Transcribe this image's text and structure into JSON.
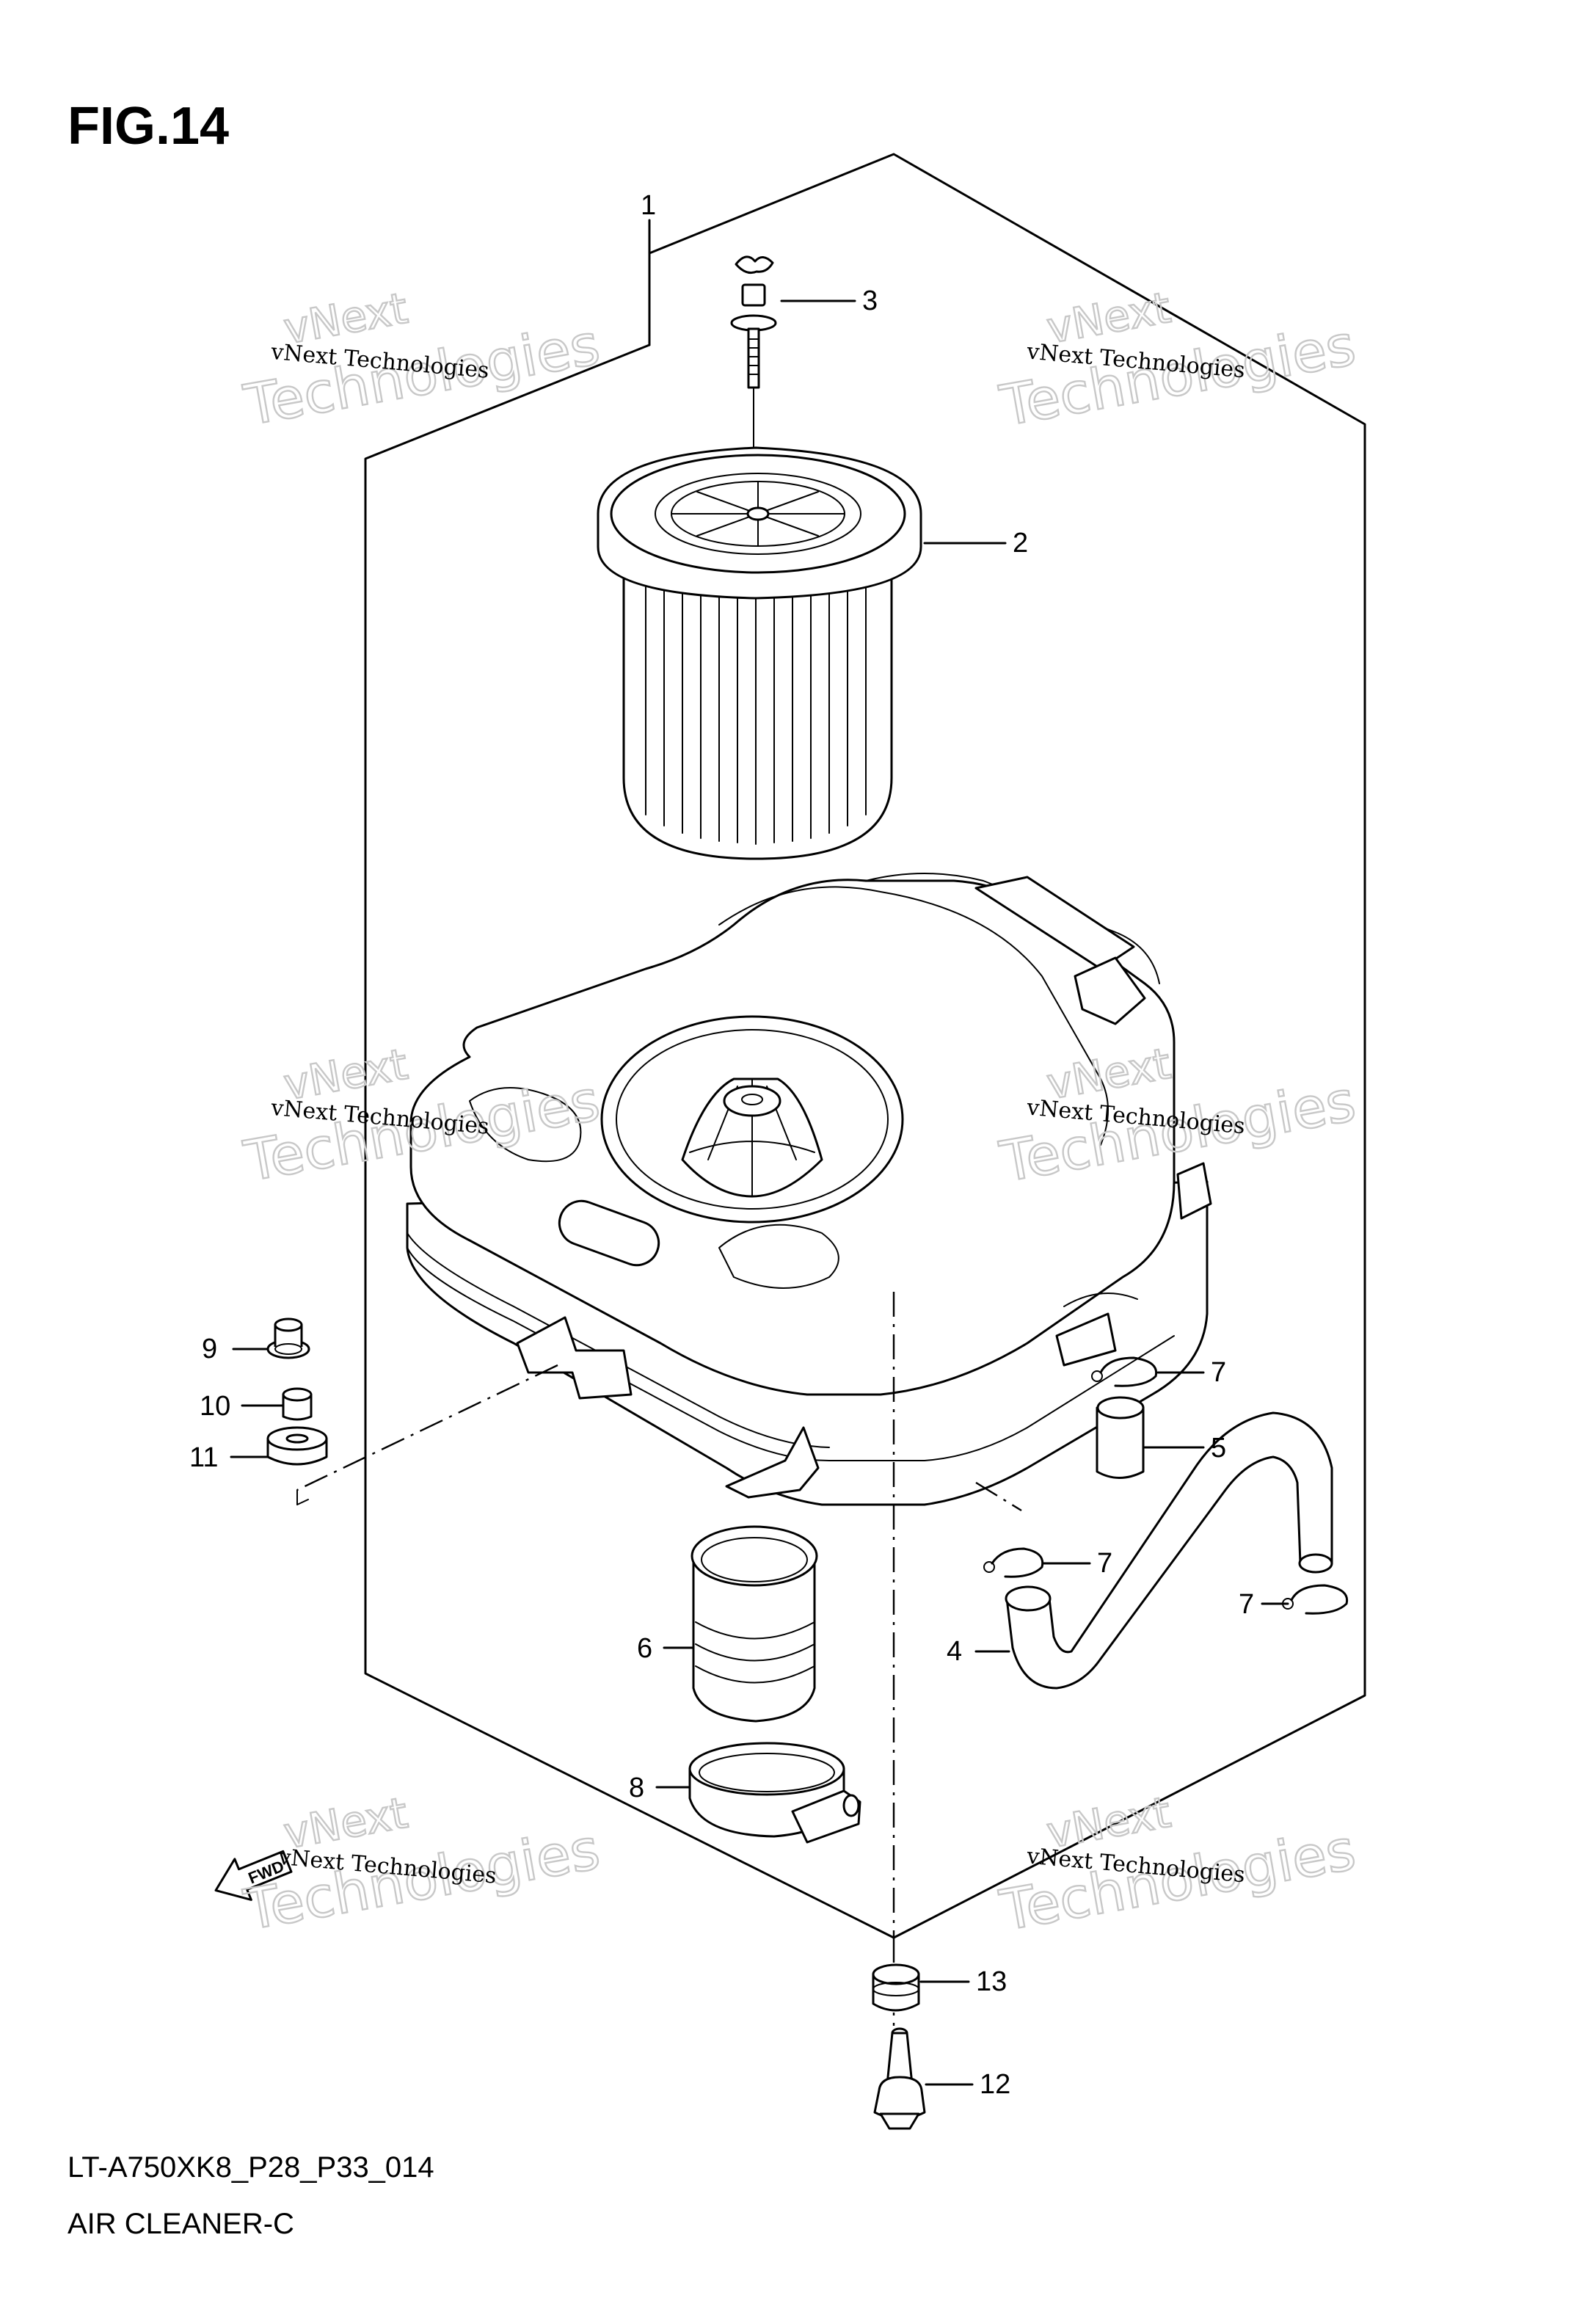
{
  "figure": {
    "title": "FIG.14"
  },
  "callouts": {
    "c1": "1",
    "c2": "2",
    "c3": "3",
    "c4": "4",
    "c5": "5",
    "c6": "6",
    "c7a": "7",
    "c7b": "7",
    "c7c": "7",
    "c8": "8",
    "c9": "9",
    "c10": "10",
    "c11": "11",
    "c12": "12",
    "c13": "13"
  },
  "fwd_label": "FWD",
  "watermark": {
    "small": "vNext Technologies",
    "big_top": "vNext",
    "big_bottom": "Technologies"
  },
  "footer": {
    "model_code": "LT-A750XK8_P28_P33_014",
    "section_name": "AIR CLEANER-C"
  }
}
